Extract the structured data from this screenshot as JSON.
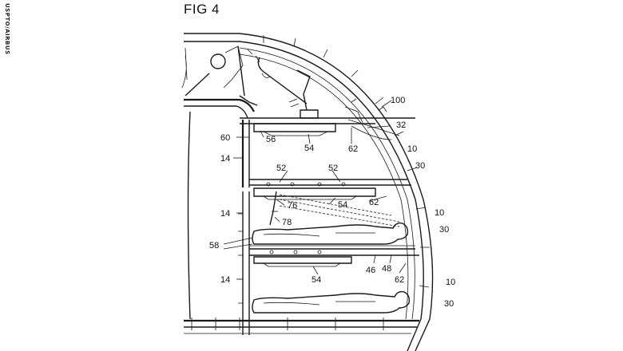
{
  "watermark": "USPTO/AIRBUS",
  "figure": {
    "title": "FIG 4",
    "callouts": {
      "c100": "100",
      "c32": "32",
      "c10a": "10",
      "c30a": "30",
      "c60": "60",
      "c56": "56",
      "c54a": "54",
      "c62a": "62",
      "c14a": "14",
      "c52a": "52",
      "c52b": "52",
      "c76": "76",
      "c54b": "54",
      "c62b": "62",
      "c10b": "10",
      "c14b": "14",
      "c78": "78",
      "c30b": "30",
      "c58": "58",
      "c46": "46",
      "c48": "48",
      "c62c": "62",
      "c54c": "54",
      "c14c": "14",
      "c10c": "10",
      "c30c": "30"
    }
  }
}
